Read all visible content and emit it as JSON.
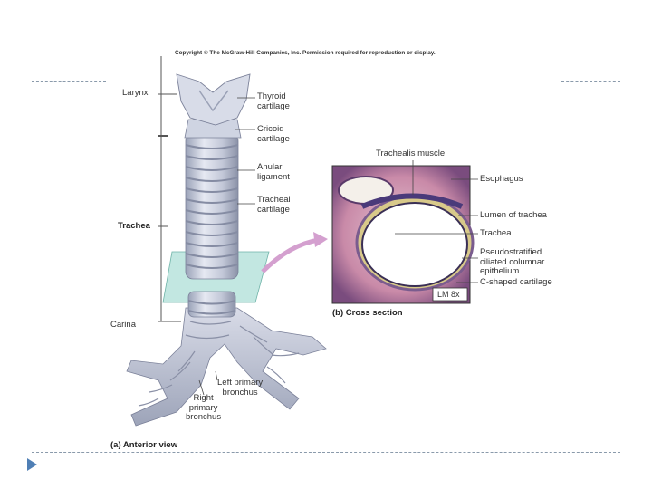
{
  "copyright": "Copyright © The McGraw-Hill Companies, Inc. Permission required for reproduction or display.",
  "labels": {
    "larynx": "Larynx",
    "thyroid": "Thyroid\ncartilage",
    "cricoid": "Cricoid\ncartilage",
    "anular": "Anular\nligament",
    "tracheal": "Tracheal\ncartilage",
    "trachea": "Trachea",
    "carina": "Carina",
    "left_primary": "Left primary\nbronchus",
    "right_primary": "Right\nprimary\nbronchus",
    "trachealis": "Trachealis muscle",
    "esophagus": "Esophagus",
    "lumen": "Lumen of trachea",
    "trachea_b": "Trachea",
    "pseudo": "Pseudostratified\nciliated columnar\nepithelium",
    "cshaped": "C-shaped cartilage",
    "lm": "LM 8x"
  },
  "captions": {
    "a": "(a) Anterior view",
    "b": "(b) Cross section"
  },
  "colors": {
    "accent": "#4f7fb5",
    "dash": "#8a9aab"
  }
}
